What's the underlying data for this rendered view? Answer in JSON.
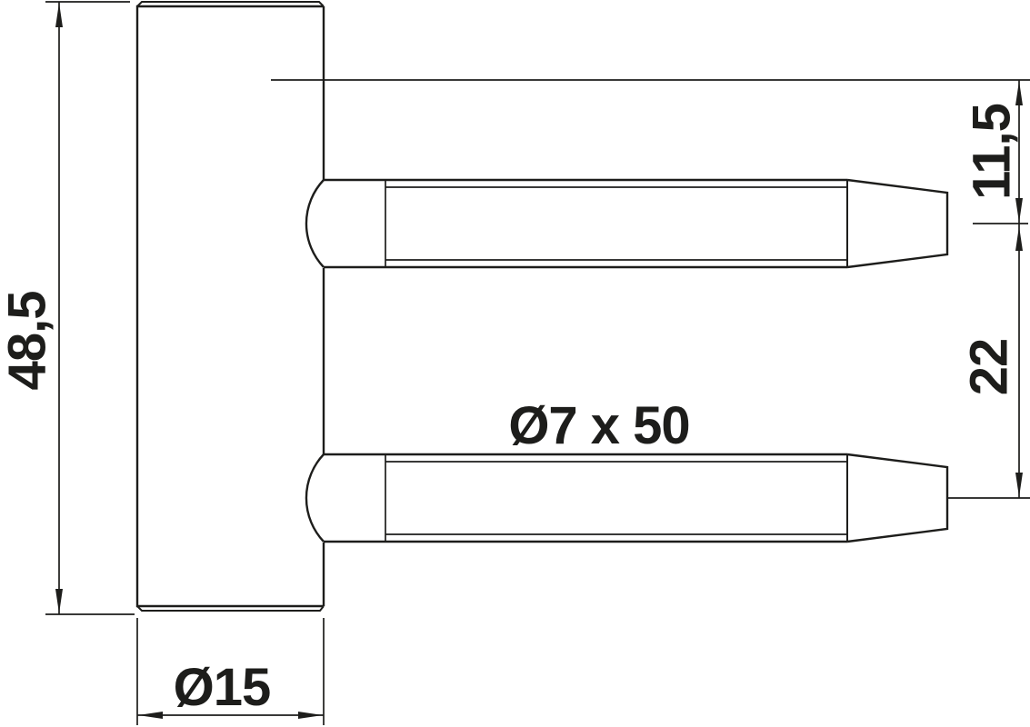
{
  "drawing": {
    "title": "Hinge part with two fixing pins - dimensioned technical drawing",
    "units": "mm",
    "colors": {
      "line": "#1d1d1b",
      "background": "#ffffff"
    },
    "labels": {
      "body_height": "48,5",
      "body_diameter": "Ø15",
      "pin_spec": "Ø7 x 50",
      "offset_top_to_first_pin": "11,5",
      "pin_spacing": "22"
    },
    "values": {
      "body_height_mm": 48.5,
      "body_diameter_mm": 15,
      "pin_diameter_mm": 7,
      "pin_length_mm": 50,
      "offset_top_to_first_pin_mm": 11.5,
      "pin_center_spacing_mm": 22
    }
  }
}
